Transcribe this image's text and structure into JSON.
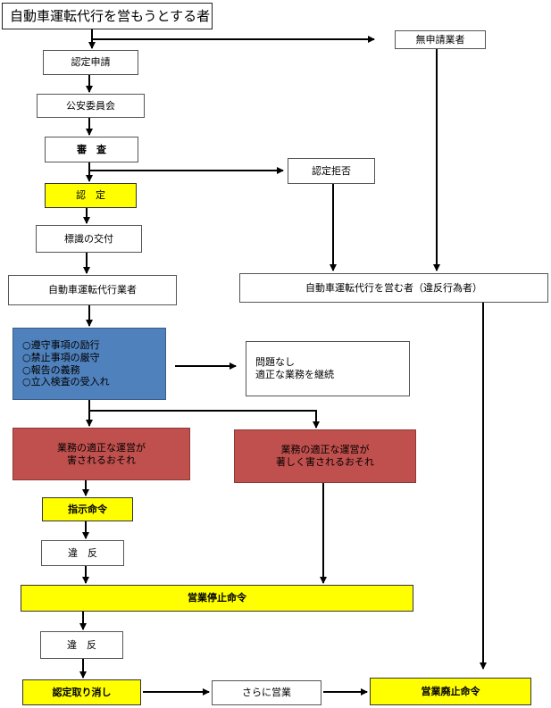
{
  "nodes": {
    "start": "自動車運転代行を営もうとする者",
    "application": "認定申請",
    "commission": "公安委員会",
    "review": "審　査",
    "approval": "認　定",
    "sign": "標識の交付",
    "operator": "自動車運転代行業者",
    "duties": "○遵守事項の励行\n○禁止事項の厳守\n○報告の義務\n○立入検査の受入れ",
    "no_problem": "問題なし\n適正な業務を継続",
    "risk": "業務の適正な運営が\n害されるおそれ",
    "serious_risk": "業務の適正な運営が\n著しく害されるおそれ",
    "instruction": "指示命令",
    "violation1": "違　反",
    "suspension": "営業停止命令",
    "violation2": "違　反",
    "revocation": "認定取り消し",
    "further": "さらに営業",
    "abolition": "営業廃止命令",
    "unregistered": "無申請業者",
    "refusal": "認定拒否",
    "violator": "自動車運転代行を営む者（違反行為者）"
  },
  "colors": {
    "yellow": "#ffff00",
    "red": "#c0504d",
    "blue": "#4f81bd"
  }
}
